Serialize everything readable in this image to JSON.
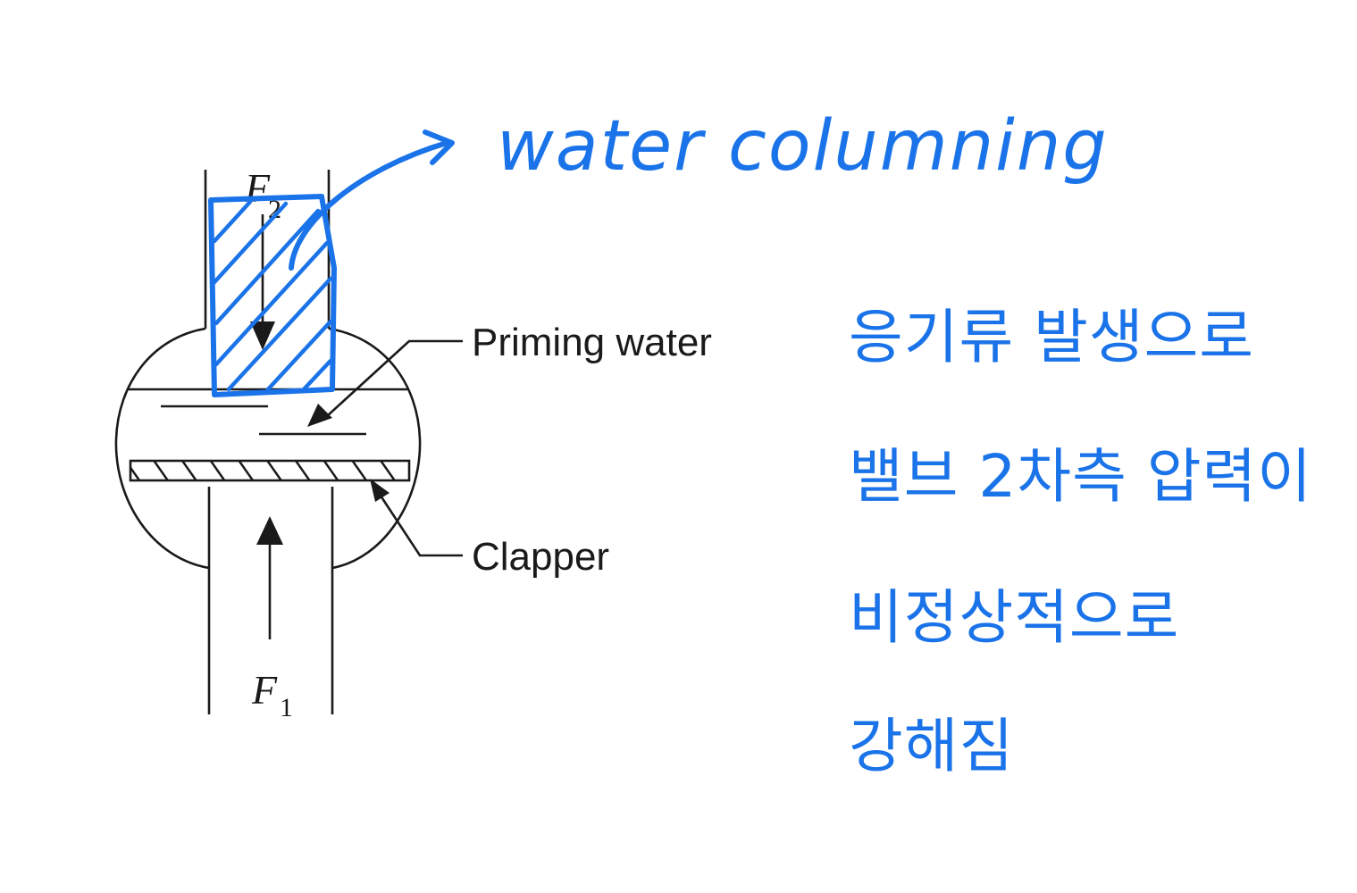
{
  "diagram": {
    "force_top": {
      "symbol": "F",
      "subscript": "2"
    },
    "force_bottom": {
      "symbol": "F",
      "subscript": "1"
    },
    "labels": {
      "priming_water": "Priming water",
      "clapper": "Clapper"
    }
  },
  "annotations": {
    "water_columning": "water columning",
    "korean_lines": [
      "응기류 발생으로",
      "밸브 2차측 압력이",
      "비정상적으로",
      "강해짐"
    ],
    "ink_color": "#1a73e8"
  }
}
